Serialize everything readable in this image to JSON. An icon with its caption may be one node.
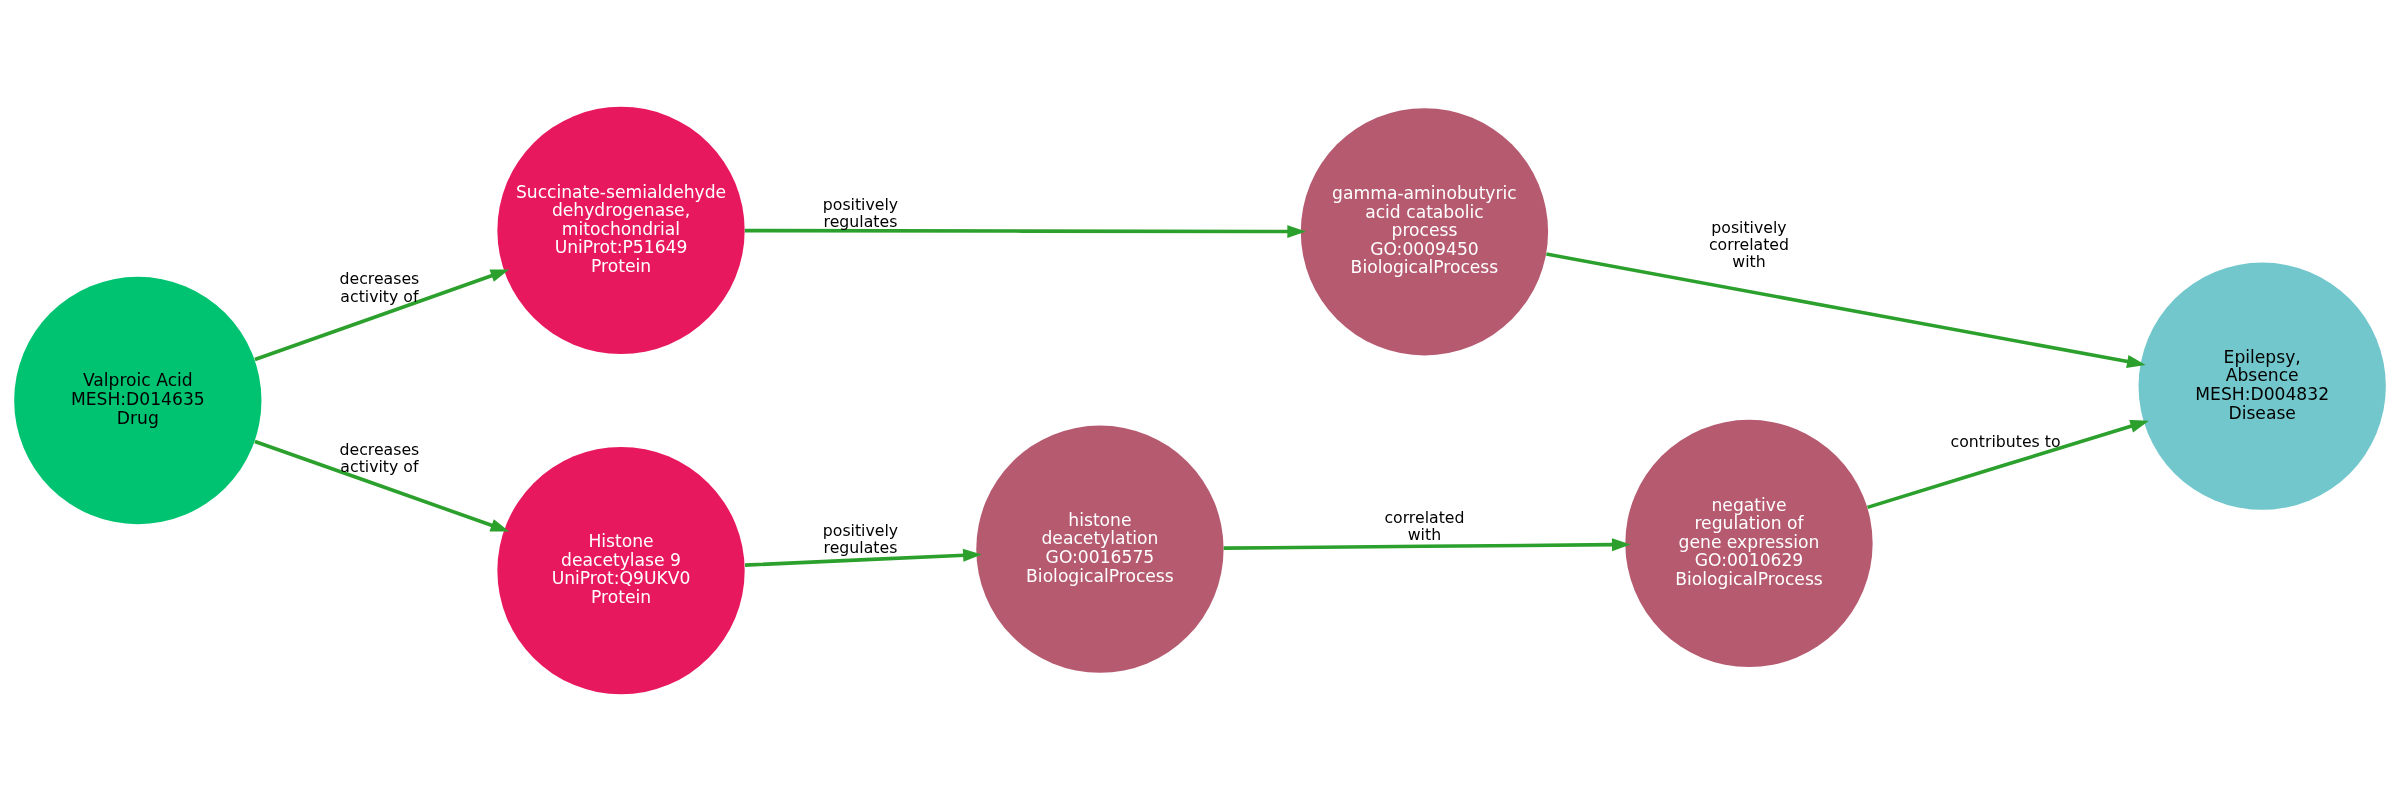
{
  "diagram": {
    "nodes": [
      {
        "text": [
          "Valproic Acid",
          "MESH:D014635",
          "Drug"
        ]
      },
      {
        "text": [
          "Succinate-semialdehyde dehydrogenase, mitochondrial",
          "UniProt:P51649",
          "Protein"
        ]
      },
      {
        "text": [
          "gamma-aminobutyric acid catabolic process",
          "GO:0009450",
          "BiologicalProcess"
        ]
      },
      {
        "text": [
          "Epilepsy, Absence",
          "MESH:D004832",
          "Disease"
        ]
      },
      {
        "text": [
          "Histone deacetylase 9",
          "UniProt:Q9UKV0",
          "Protein"
        ]
      },
      {
        "text": [
          "histone deacetylation",
          "GO:0016575",
          "BiologicalProcess"
        ]
      },
      {
        "text": [
          "negative regulation of gene expression",
          "GO:0010629",
          "BiologicalProcess"
        ]
      }
    ],
    "edges": [
      {
        "from": 0,
        "to": 1,
        "arrow": "to",
        "label": "decreases activity of"
      },
      {
        "from": 1,
        "to": 2,
        "arrow": "to",
        "label": "positively regulates"
      },
      {
        "from": 2,
        "to": 3,
        "arrow": "to",
        "label": "positively correlated with"
      },
      {
        "from": 0,
        "to": 4,
        "arrow": "to",
        "label": "decreases activity of"
      },
      {
        "from": 4,
        "to": 5,
        "arrow": "to",
        "label": "positively regulates"
      },
      {
        "from": 5,
        "to": 6,
        "arrow": "to",
        "label": "correlated with"
      },
      {
        "from": 6,
        "to": 3,
        "arrow": "to",
        "label": "contributes to"
      }
    ]
  }
}
